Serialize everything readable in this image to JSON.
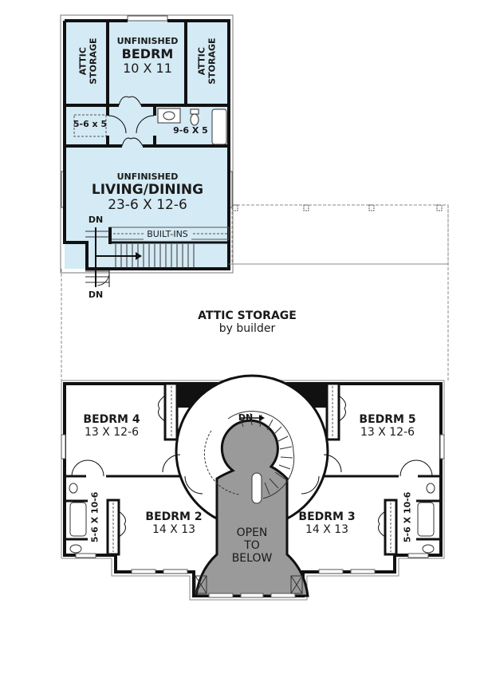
{
  "plan": {
    "colors": {
      "unfinished_fill": "#d4eaf4",
      "wall": "#111111",
      "open_to_below": "#9a9a9a",
      "background": "#ffffff",
      "dashed_outline": "#888888"
    },
    "upper_level": {
      "attic_storage_left": {
        "line1": "ATTIC",
        "line2": "STORAGE"
      },
      "attic_storage_right": {
        "line1": "ATTIC",
        "line2": "STORAGE"
      },
      "unfinished_bedroom": {
        "status": "UNFINISHED",
        "name": "BEDRM",
        "size": "10 X 11"
      },
      "closet": {
        "size": "5-6 x 5"
      },
      "bath": {
        "size": "9-6 X 5"
      },
      "living_dining": {
        "status": "UNFINISHED",
        "name": "LIVING/DINING",
        "size": "23-6 X 12-6"
      },
      "built_ins": "BUILT-INS",
      "stair_dn_top": "DN",
      "stair_dn_bottom": "DN"
    },
    "attic_area": {
      "title": "ATTIC STORAGE",
      "subtitle": "by builder"
    },
    "main_level": {
      "bedroom4": {
        "name": "BEDRM 4",
        "size": "13 X 12-6"
      },
      "bedroom5": {
        "name": "BEDRM 5",
        "size": "13 X 12-6"
      },
      "bedroom2": {
        "name": "BEDRM 2",
        "size": "14 X 13"
      },
      "bedroom3": {
        "name": "BEDRM 3",
        "size": "14 X 13"
      },
      "bath_left": {
        "size": "5-6 X 10-6"
      },
      "bath_right": {
        "size": "5-6 X 10-6"
      },
      "stair_dn": "DN",
      "open_to_below": {
        "line1": "OPEN",
        "line2": "TO",
        "line3": "BELOW"
      }
    }
  }
}
